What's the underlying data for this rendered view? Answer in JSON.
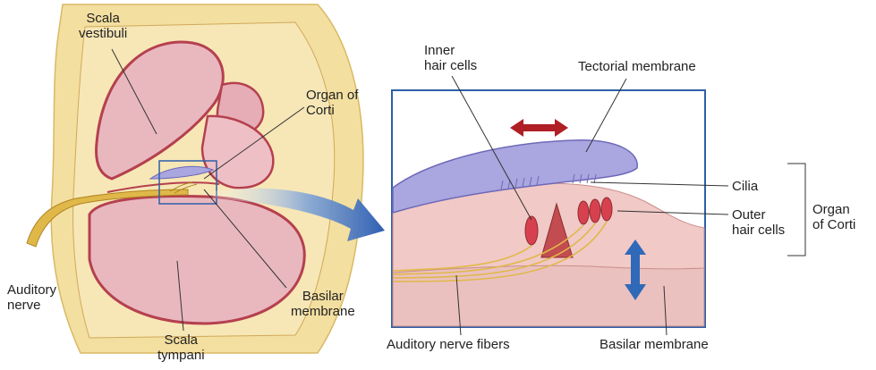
{
  "labels": {
    "scala_vestibuli": [
      "Scala",
      "vestibuli"
    ],
    "organ_of_corti_left": [
      "Organ of",
      "Corti"
    ],
    "auditory_nerve": [
      "Auditory",
      "nerve"
    ],
    "basilar_membrane_left": [
      "Basilar",
      "membrane"
    ],
    "scala_tympani": [
      "Scala",
      "tympani"
    ],
    "inner_hair_cells": [
      "Inner",
      "hair cells"
    ],
    "tectorial_membrane": "Tectorial membrane",
    "cilia": "Cilia",
    "outer_hair_cells": [
      "Outer",
      "hair cells"
    ],
    "organ_of_corti_right": [
      "Organ",
      "of Corti"
    ],
    "auditory_nerve_fibers": "Auditory nerve fibers",
    "basilar_membrane_right": "Basilar membrane"
  },
  "colors": {
    "bone": "#f3dfa0",
    "chamber": "#e9b8bf",
    "chamber_edge": "#b5404f",
    "tissue": "#f1c9c6",
    "tectorial": "#a9a6e0",
    "nerve": "#e0b84a",
    "hair_cell": "#d7414f",
    "red_arrow": "#b01f25",
    "blue_arrow": "#2f69b8",
    "inset_frame": "#2e5fa8"
  }
}
